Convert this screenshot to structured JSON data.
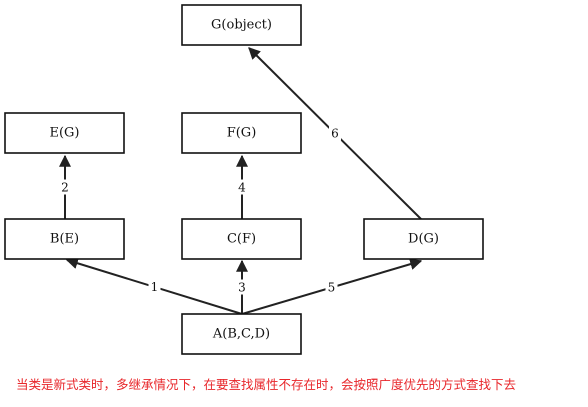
{
  "diagram": {
    "nodes": [
      {
        "id": "G",
        "label": "G(object)"
      },
      {
        "id": "E",
        "label": "E(G)"
      },
      {
        "id": "F",
        "label": "F(G)"
      },
      {
        "id": "B",
        "label": "B(E)"
      },
      {
        "id": "C",
        "label": "C(F)"
      },
      {
        "id": "D",
        "label": "D(G)"
      },
      {
        "id": "A",
        "label": "A(B,C,D)"
      }
    ],
    "edges": [
      {
        "from": "A",
        "to": "B",
        "label": "1"
      },
      {
        "from": "B",
        "to": "E",
        "label": "2"
      },
      {
        "from": "A",
        "to": "C",
        "label": "3"
      },
      {
        "from": "C",
        "to": "F",
        "label": "4"
      },
      {
        "from": "A",
        "to": "D",
        "label": "5"
      },
      {
        "from": "D",
        "to": "G",
        "label": "6"
      }
    ]
  },
  "caption": {
    "text": "当类是新式类时，多继承情况下，在要查找属性不存在时，会按照广度优先的方式查找下去",
    "color": "#e8272b"
  }
}
